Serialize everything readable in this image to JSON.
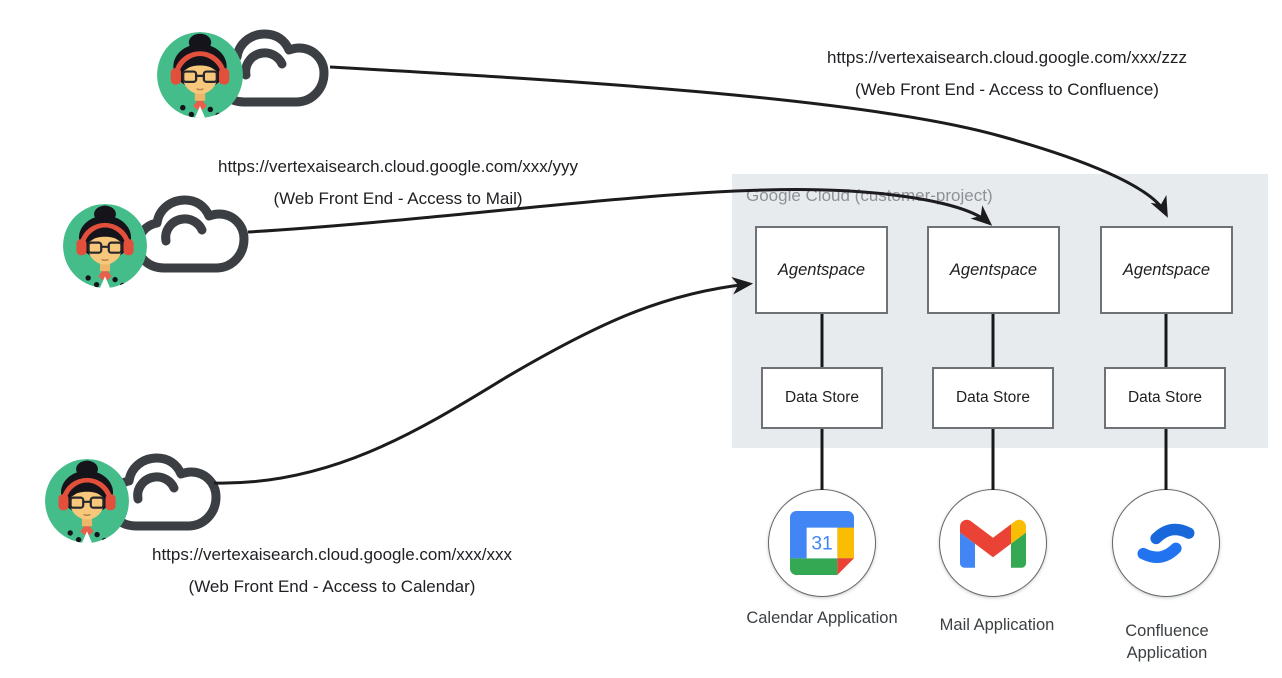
{
  "users": [
    {
      "url": "https://vertexaisearch.cloud.google.com/xxx/zzz",
      "caption": "(Web Front End - Access to Confluence)"
    },
    {
      "url": "https://vertexaisearch.cloud.google.com/xxx/yyy",
      "caption": "(Web Front End - Access to Mail)"
    },
    {
      "url": "https://vertexaisearch.cloud.google.com/xxx/xxx",
      "caption": "(Web Front End - Access to Calendar)"
    }
  ],
  "region": {
    "label": "Google Cloud (customer-project)"
  },
  "columns": [
    {
      "agent": "Agentspace",
      "datastore": "Data Store",
      "app": "Calendar Application",
      "icon": "google-calendar-icon"
    },
    {
      "agent": "Agentspace",
      "datastore": "Data Store",
      "app": "Mail Application",
      "icon": "gmail-icon"
    },
    {
      "agent": "Agentspace",
      "datastore": "Data Store",
      "app": "Confluence Application",
      "icon": "confluence-icon"
    }
  ],
  "icons": {
    "user": "persona-avatar-icon",
    "cloud": "cloud-outline-icon",
    "calendar_day": "31"
  },
  "colors": {
    "google_blue": "#4285F4",
    "google_red": "#EA4335",
    "google_yellow": "#FBBC04",
    "google_green": "#34A853",
    "confluence_blue_dark": "#1868DB",
    "confluence_blue": "#2173F0",
    "region_bg": "#e8ebee",
    "avatar_green": "#45BD8B",
    "headphone_red": "#E2503C",
    "cloud_stroke": "#3b3e42",
    "arrow_black": "#1c1c1e"
  }
}
